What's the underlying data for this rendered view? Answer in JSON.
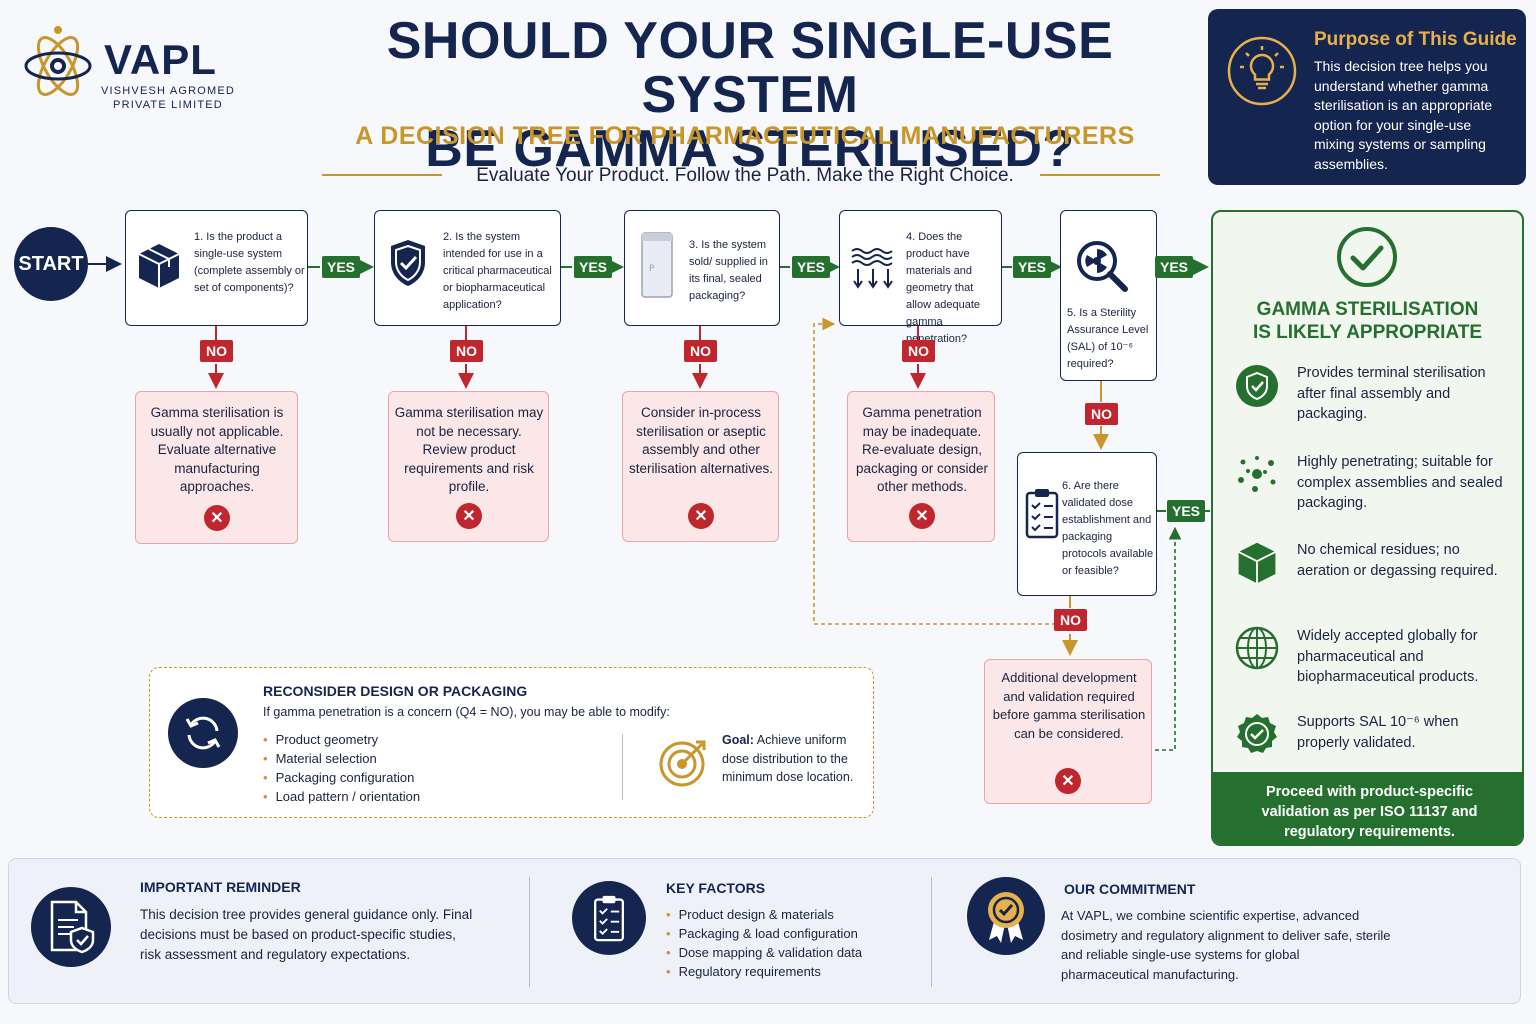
{
  "logo": {
    "name": "VAPL",
    "company_line1": "VISHVESH AGROMED",
    "company_line2": "PRIVATE LIMITED"
  },
  "header": {
    "title_line1": "SHOULD YOUR SINGLE-USE SYSTEM",
    "title_line2": "BE GAMMA STERILISED?",
    "subtitle": "A DECISION TREE FOR PHARMACEUTICAL MANUFACTURERS",
    "tagline": "Evaluate Your Product. Follow the Path. Make the Right Choice."
  },
  "purpose": {
    "title": "Purpose of This Guide",
    "text": "This decision tree helps you understand whether gamma sterilisation is an appropriate option for your single-use mixing systems or sampling assemblies."
  },
  "flow": {
    "start": "START",
    "yes": "YES",
    "no": "NO",
    "questions": [
      "1. Is the product a single-use system (complete assembly or set of components)?",
      "2. Is the system intended for use in a critical pharmaceutical or biopharmaceutical application?",
      "3. Is the system sold/ supplied in its final, sealed packaging?",
      "4. Does the product have materials and geometry that allow adequate gamma penetration?",
      "5. Is a Sterility Assurance Level (SAL) of 10⁻⁶ required?",
      "6. Are there validated dose establishment and packaging protocols available or feasible?"
    ],
    "no_outcomes": [
      "Gamma sterilisation is usually not applicable. Evaluate alternative manufacturing approaches.",
      "Gamma sterilisation may not be necessary. Review product requirements and risk profile.",
      "Consider in-process sterilisation or aseptic assembly and other sterilisation alternatives.",
      "Gamma penetration may be inadequate. Re-evaluate design, packaging or consider other methods.",
      "Additional development and validation required before gamma sterilisation can be considered."
    ]
  },
  "result": {
    "title_line1": "GAMMA STERILISATION",
    "title_line2": "IS LIKELY APPROPRIATE",
    "benefits": [
      "Provides terminal sterilisation after final assembly and packaging.",
      "Highly penetrating; suitable for complex assemblies and sealed packaging.",
      "No chemical residues; no aeration or degassing required.",
      "Widely accepted globally for pharmaceutical and biopharmaceutical products.",
      "Supports SAL 10⁻⁶ when properly validated."
    ],
    "footer": "Proceed with product-specific validation as per ISO 11137 and regulatory requirements."
  },
  "reconsider": {
    "title": "RECONSIDER DESIGN OR PACKAGING",
    "subtitle": "If gamma penetration is a concern (Q4 = NO), you may be able to modify:",
    "items": [
      "Product geometry",
      "Material selection",
      "Packaging configuration",
      "Load pattern / orientation"
    ],
    "goal_label": "Goal:",
    "goal_text": "Achieve uniform dose distribution to the minimum dose location."
  },
  "bottom": {
    "reminder_title": "IMPORTANT REMINDER",
    "reminder_text": "This decision tree provides general guidance only. Final decisions must be based on product-specific studies, risk assessment and regulatory expectations.",
    "factors_title": "KEY FACTORS",
    "factors": [
      "Product design & materials",
      "Packaging & load configuration",
      "Dose mapping & validation data",
      "Regulatory requirements"
    ],
    "commitment_title": "OUR COMMITMENT",
    "commitment_text": "At VAPL, we combine scientific expertise, advanced dosimetry and regulatory alignment to deliver safe, sterile and reliable single-use systems for global pharmaceutical manufacturing."
  },
  "colors": {
    "navy": "#14254f",
    "gold": "#c8962a",
    "green": "#25702f",
    "red": "#c0262d"
  }
}
